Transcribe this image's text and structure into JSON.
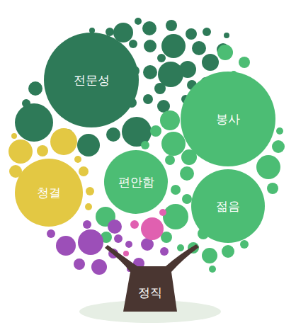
{
  "diagram": {
    "nodes": [
      {
        "text": [
          "전문성"
        ]
      },
      {
        "text": [
          "봉사"
        ]
      },
      {
        "text": [
          "청결"
        ]
      },
      {
        "text": [
          "편안함"
        ]
      },
      {
        "text": [
          "젊음"
        ]
      },
      {
        "text": [
          "정직"
        ]
      }
    ]
  }
}
